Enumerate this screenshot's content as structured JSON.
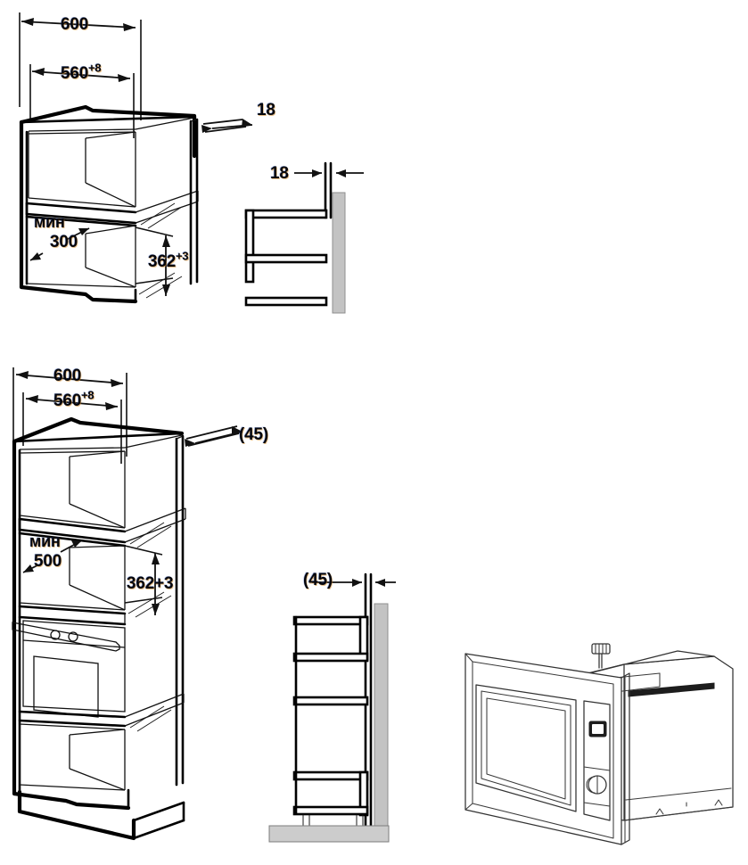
{
  "document": {
    "type": "technical-installation-drawing",
    "subject": "Built-in microwave oven cabinet cut-out dimensions",
    "language": "ru",
    "background_color": "#ffffff",
    "line_color": "#111111",
    "unit": "mm"
  },
  "figures": [
    {
      "id": "figure-top",
      "name": "upper-cabinet-installation",
      "description": "Isometric wall cabinet with niche above and microwave niche below",
      "labels": [
        {
          "name": "dim-600-top",
          "text": "600",
          "sup": "",
          "value": 600,
          "unit": "mm"
        },
        {
          "name": "dim-560-top",
          "text": "560",
          "sup": "+8",
          "value": 560,
          "tolerance": "+8",
          "unit": "mm"
        },
        {
          "name": "dim-18-top",
          "text": "18",
          "sup": "",
          "value": 18,
          "unit": "mm"
        },
        {
          "name": "dim-min-top",
          "text": "мин",
          "sup": "",
          "translation": "min"
        },
        {
          "name": "dim-300-top",
          "text": "300",
          "sup": "",
          "value": 300,
          "unit": "mm"
        },
        {
          "name": "dim-362-top",
          "text": "362",
          "sup": "+3",
          "value": 362,
          "tolerance": "+3",
          "unit": "mm"
        }
      ]
    },
    {
      "id": "figure-top-section",
      "name": "upper-cabinet-side-section",
      "description": "Side section view of the upper cabinet against the back wall",
      "labels": [
        {
          "name": "dim-18-section",
          "text": "18",
          "sup": "",
          "value": 18,
          "unit": "mm"
        }
      ]
    },
    {
      "id": "figure-bottom",
      "name": "tall-column-installation",
      "description": "Isometric tall column cabinet with microwave niche, built-in oven and base compartment",
      "labels": [
        {
          "name": "dim-600-bottom",
          "text": "600",
          "sup": "",
          "value": 600,
          "unit": "mm"
        },
        {
          "name": "dim-560-bottom",
          "text": "560",
          "sup": "+8",
          "value": 560,
          "tolerance": "+8",
          "unit": "mm"
        },
        {
          "name": "dim-45-bottom",
          "text": "(45)",
          "sup": "",
          "value": 45,
          "unit": "mm",
          "note": "reference dimension"
        },
        {
          "name": "dim-min-bottom",
          "text": "мин",
          "sup": "",
          "translation": "min"
        },
        {
          "name": "dim-500-bottom",
          "text": "500",
          "sup": "",
          "value": 500,
          "unit": "mm"
        },
        {
          "name": "dim-362-bottom",
          "text": "362+3",
          "sup": "",
          "value": 362,
          "tolerance": "+3",
          "unit": "mm"
        }
      ]
    },
    {
      "id": "figure-bottom-section",
      "name": "tall-column-side-section",
      "description": "Side section view of the tall column with four shelves, back wall and floor plinth",
      "labels": [
        {
          "name": "dim-45-section",
          "text": "(45)",
          "sup": "",
          "value": 45,
          "unit": "mm",
          "note": "reference dimension"
        }
      ]
    },
    {
      "id": "figure-appliance",
      "name": "microwave-oven-illustration",
      "description": "Perspective view of the built-in microwave oven with door, viewing window, display, rotary knob and top fixing screw",
      "parts": [
        {
          "name": "door-panel"
        },
        {
          "name": "door-window"
        },
        {
          "name": "control-display"
        },
        {
          "name": "control-knob"
        },
        {
          "name": "top-fixing-screw"
        },
        {
          "name": "appliance-body"
        }
      ]
    }
  ],
  "annotations": {
    "min_prefix": "мин",
    "upper_niche_depth": "300",
    "lower_niche_depth": "500",
    "niche_height": "362",
    "niche_width": "560",
    "cabinet_width": "600",
    "panel_thickness_top": "18",
    "panel_thickness_bottom": "(45)"
  }
}
